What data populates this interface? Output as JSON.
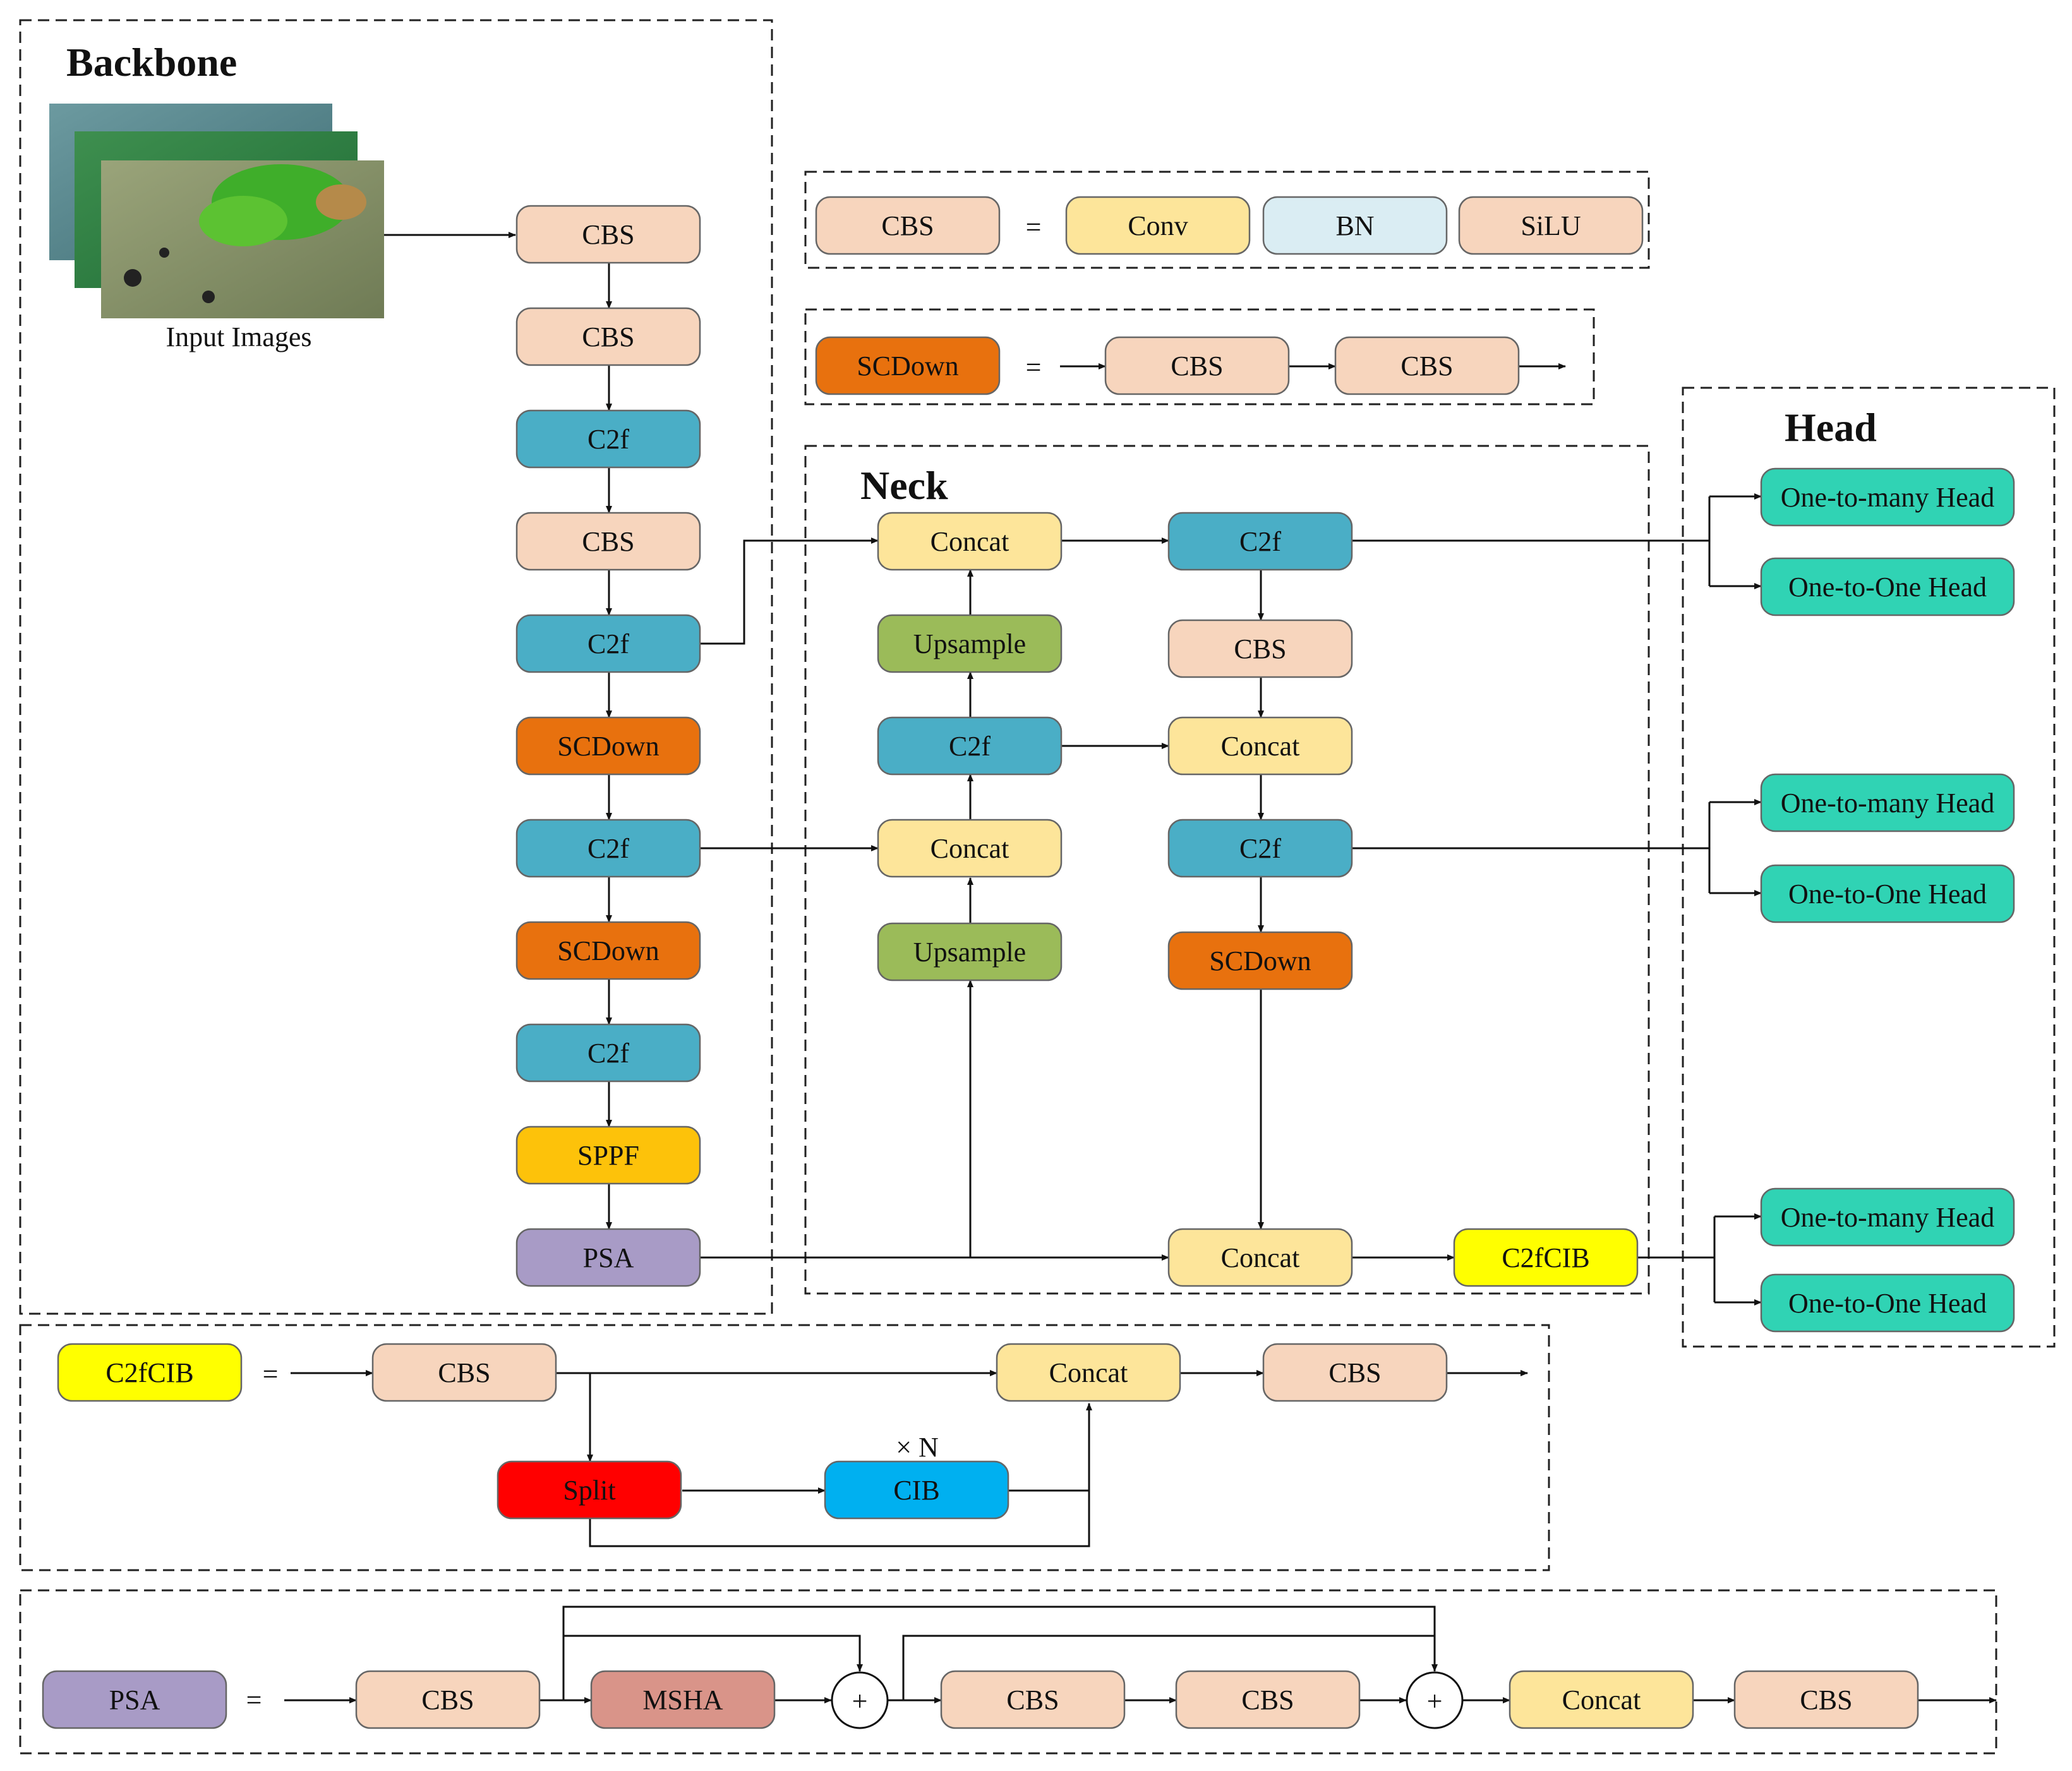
{
  "titles": {
    "backbone": "Backbone",
    "neck": "Neck",
    "head": "Head"
  },
  "input_caption": "Input Images",
  "colors": {
    "cbs": "#f7d5bd",
    "c2f": "#4aaec6",
    "scdown": "#e8710e",
    "sppf": "#fdc20a",
    "psa": "#a89bc6",
    "concat": "#fde59a",
    "upsample": "#9bbb59",
    "head": "#30d3b4",
    "c2fcib": "#ffff00",
    "conv": "#fde59a",
    "bn": "#daedf3",
    "silu": "#f7d5bd",
    "split": "#ff0000",
    "cib": "#00b0f0",
    "msha": "#d99489"
  },
  "backbone": {
    "b1": "CBS",
    "b2": "CBS",
    "b3": "C2f",
    "b4": "CBS",
    "b5": "C2f",
    "b6": "SCDown",
    "b7": "C2f",
    "b8": "SCDown",
    "b9": "C2f",
    "b10": "SPPF",
    "b11": "PSA"
  },
  "neck": {
    "n_concat1": "Concat",
    "n_up1": "Upsample",
    "n_c2f1": "C2f",
    "n_concat2": "Concat",
    "n_up2": "Upsample",
    "n_c2f_out1": "C2f",
    "n_cbs": "CBS",
    "n_concat3": "Concat",
    "n_c2f_out2": "C2f",
    "n_scdown": "SCDown",
    "n_concat4": "Concat",
    "n_c2fcib": "C2fCIB"
  },
  "head": {
    "h1a": "One-to-many Head",
    "h1b": "One-to-One Head",
    "h2a": "One-to-many Head",
    "h2b": "One-to-One Head",
    "h3a": "One-to-many Head",
    "h3b": "One-to-One Head"
  },
  "legend_cbs": {
    "cbs": "CBS",
    "eq": "=",
    "conv": "Conv",
    "bn": "BN",
    "silu": "SiLU"
  },
  "legend_scdown": {
    "scdown": "SCDown",
    "eq": "=",
    "cbs1": "CBS",
    "cbs2": "CBS"
  },
  "legend_c2fcib": {
    "c2fcib": "C2fCIB",
    "eq": "=",
    "cbs1": "CBS",
    "concat": "Concat",
    "cbs2": "CBS",
    "split": "Split",
    "cib": "CIB",
    "repeat": "× N"
  },
  "legend_psa": {
    "psa": "PSA",
    "eq": "=",
    "cbs1": "CBS",
    "msha": "MSHA",
    "plus": "+",
    "cbs2": "CBS",
    "cbs3": "CBS",
    "concat": "Concat",
    "cbs4": "CBS"
  }
}
